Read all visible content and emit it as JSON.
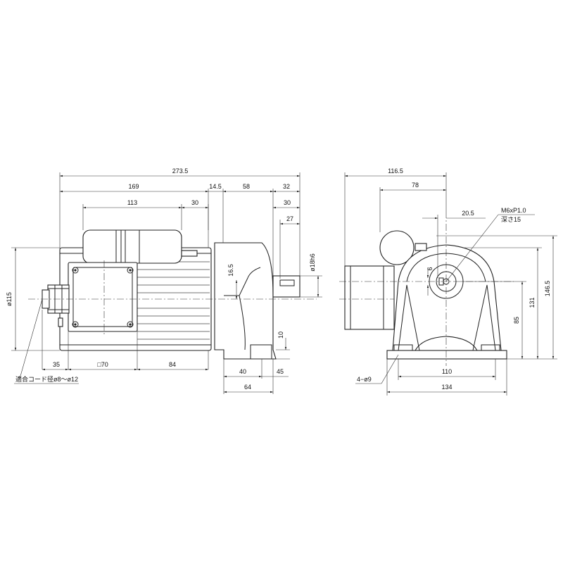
{
  "side_view": {
    "overall_length": "273.5",
    "motor_length": "169",
    "gap": "14.5",
    "gear_body": "58",
    "shaft_extension": "32",
    "terminal_box_length": "113",
    "terminal_box_offset": "30",
    "shaft_key_offset": "30",
    "shaft_key_length": "27",
    "key_height": "16.5",
    "shaft_diameter": "ø18h6",
    "motor_diameter": "ø115",
    "foot_height": "10",
    "gland_offset": "35",
    "box_square": "□70",
    "box_to_flange": "84",
    "mount_hole_pitch": "40",
    "foot_to_shaft": "45",
    "foot_length": "64",
    "cord_note": "適合コード径ø8～ø12"
  },
  "front_view": {
    "width_to_center": "116.5",
    "box_to_center": "78",
    "key_offset": "20.5",
    "tap_spec": "M6xP1.0",
    "tap_depth": "深さ15",
    "key_width": "6",
    "shaft_height": "85",
    "height_131": "131",
    "total_height": "146.5",
    "foot_pitch": "110",
    "foot_width": "134",
    "mount_holes": "4−ø9"
  }
}
